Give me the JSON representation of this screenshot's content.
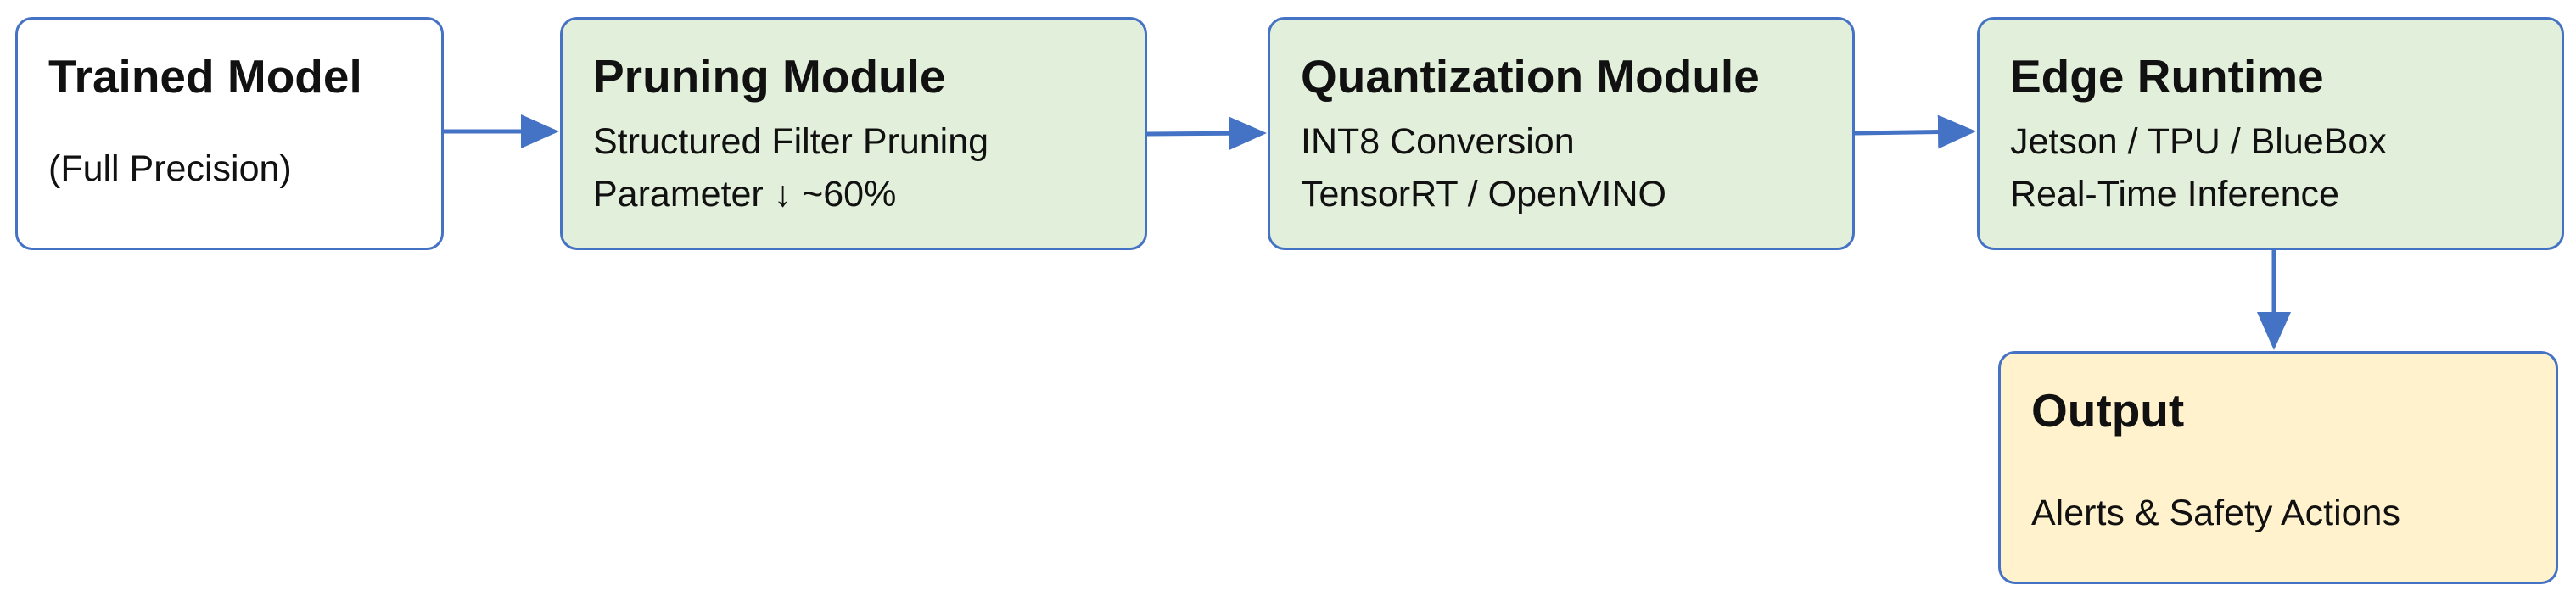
{
  "nodes": {
    "trained_model": {
      "title": "Trained Model",
      "lines": [
        "(Full Precision)"
      ]
    },
    "pruning_module": {
      "title": "Pruning Module",
      "lines": [
        "Structured Filter Pruning",
        "Parameter ↓ ~60%"
      ]
    },
    "quantization_module": {
      "title": "Quantization Module",
      "lines": [
        "INT8 Conversion",
        "TensorRT / OpenVINO"
      ]
    },
    "edge_runtime": {
      "title": "Edge Runtime",
      "lines": [
        "Jetson / TPU / BlueBox",
        "Real-Time Inference"
      ]
    },
    "output": {
      "title": "Output",
      "lines": [
        "Alerts & Safety Actions"
      ]
    }
  },
  "colors": {
    "border": "#4472c4",
    "arrow": "#4472c4",
    "white_fill": "#ffffff",
    "green_fill": "#e2efda",
    "cream_fill": "#fff2cc"
  }
}
